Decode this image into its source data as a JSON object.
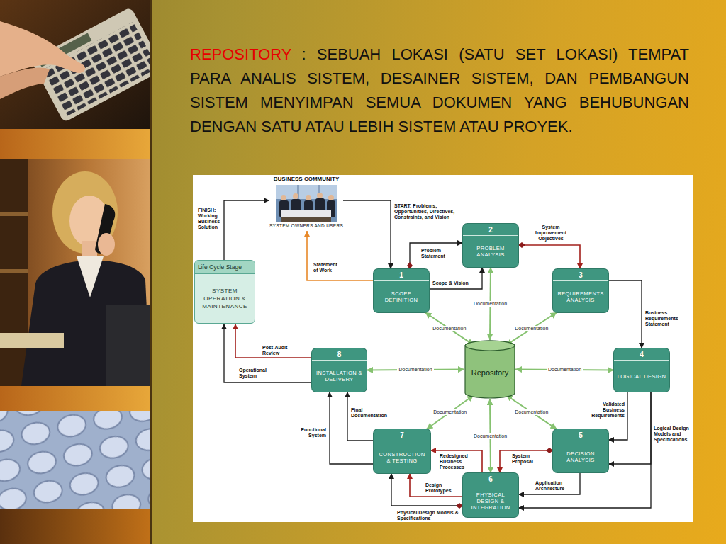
{
  "diagram": {
    "title": "REPOSITORY",
    "nodes": [
      {
        "text": [
          "BUSINESS COMMUNITY",
          "SYSTEM OWNERS AND USERS"
        ]
      },
      {
        "text": [
          "Life Cycle Stage",
          "SYSTEM OPERATION & MAINTENANCE"
        ]
      },
      {
        "text": [
          "1",
          "SCOPE DEFINITION"
        ]
      },
      {
        "text": [
          "2",
          "PROBLEM ANALYSIS"
        ]
      },
      {
        "text": [
          "3",
          "REQUIREMENTS ANALYSIS"
        ]
      },
      {
        "text": [
          "4",
          "LOGICAL DESIGN"
        ]
      },
      {
        "text": [
          "5",
          "DECISION ANALYSIS"
        ]
      },
      {
        "text": [
          "6",
          "PHYSICAL DESIGN & INTEGRATION"
        ]
      },
      {
        "text": [
          "7",
          "CONSTRUCTION & TESTING"
        ]
      },
      {
        "text": [
          "8",
          "INSTALLATION & DELIVERY"
        ]
      },
      {
        "text": [
          "Repository"
        ]
      }
    ],
    "edges": [
      {
        "from": 1,
        "to": 0,
        "label": "FINISH: Working Business Solution",
        "arrow": "to"
      },
      {
        "from": 0,
        "to": 2,
        "label": "START: Problems, Opportunities, Directives, Constraints, and Vision",
        "arrow": "to"
      },
      {
        "from": 2,
        "to": 0,
        "label": "Statement of Work",
        "arrow": "to"
      },
      {
        "from": 2,
        "to": 3,
        "label": "Problem Statement",
        "arrow": "to"
      },
      {
        "from": 2,
        "to": 3,
        "label": "Scope & Vision",
        "arrow": "to"
      },
      {
        "from": 3,
        "to": 4,
        "label": "System Improvement Objectives",
        "arrow": "to"
      },
      {
        "from": 4,
        "to": 5,
        "label": "Business Requirements Statement",
        "arrow": "to"
      },
      {
        "from": 5,
        "to": 6,
        "label": "Validated Business Requirements",
        "arrow": "to"
      },
      {
        "from": 5,
        "to": 6,
        "arrow": "to"
      },
      {
        "from": 5,
        "to": 7,
        "label": "Logical Design Models and Specifications",
        "arrow": "to"
      },
      {
        "from": 6,
        "to": 7,
        "label": "System Proposal",
        "arrow": "to"
      },
      {
        "from": 7,
        "to": 8,
        "label": "Redesigned Business Processes",
        "arrow": "to"
      },
      {
        "from": 6,
        "to": 7,
        "label": "Application Architecture",
        "arrow": "to"
      },
      {
        "from": 7,
        "to": 8,
        "label": "Design Prototypes",
        "arrow": "to"
      },
      {
        "from": 7,
        "to": 8,
        "label": "Physical Design Models & Specifications",
        "arrow": "to"
      },
      {
        "from": 8,
        "to": 9,
        "label": "Final Documentation",
        "arrow": "to"
      },
      {
        "from": 8,
        "to": 9,
        "label": "Functional System",
        "arrow": "to"
      },
      {
        "from": 9,
        "to": 1,
        "label": "Operational System",
        "arrow": "to"
      },
      {
        "from": 9,
        "to": 1,
        "label": "Post-Audit Review",
        "arrow": "to"
      },
      {
        "from": 2,
        "to": 10,
        "label": "Documentation",
        "arrow": "both"
      },
      {
        "from": 3,
        "to": 10,
        "label": "Documentation",
        "arrow": "both"
      },
      {
        "from": 4,
        "to": 10,
        "label": "Documentation",
        "arrow": "both"
      },
      {
        "from": 5,
        "to": 10,
        "label": "Documentation",
        "arrow": "both"
      },
      {
        "from": 6,
        "to": 10,
        "label": "Documentation",
        "arrow": "both"
      },
      {
        "from": 7,
        "to": 10,
        "label": "Documentation",
        "arrow": "both"
      },
      {
        "from": 8,
        "to": 10,
        "label": "Documentation",
        "arrow": "both"
      },
      {
        "from": 9,
        "to": 10,
        "label": "Documentation",
        "arrow": "both"
      }
    ],
    "labels": [
      ": SEBUAH LOKASI (SATU SET LOKASI) TEMPAT PARA ANALIS SISTEM, DESAINER SISTEM, DAN PEMBANGUN SISTEM MENYIMPAN SEMUA DOKUMEN YANG BEHUBUNGAN DENGAN SATU ATAU LEBIH SISTEM ATAU PROYEK."
    ]
  }
}
